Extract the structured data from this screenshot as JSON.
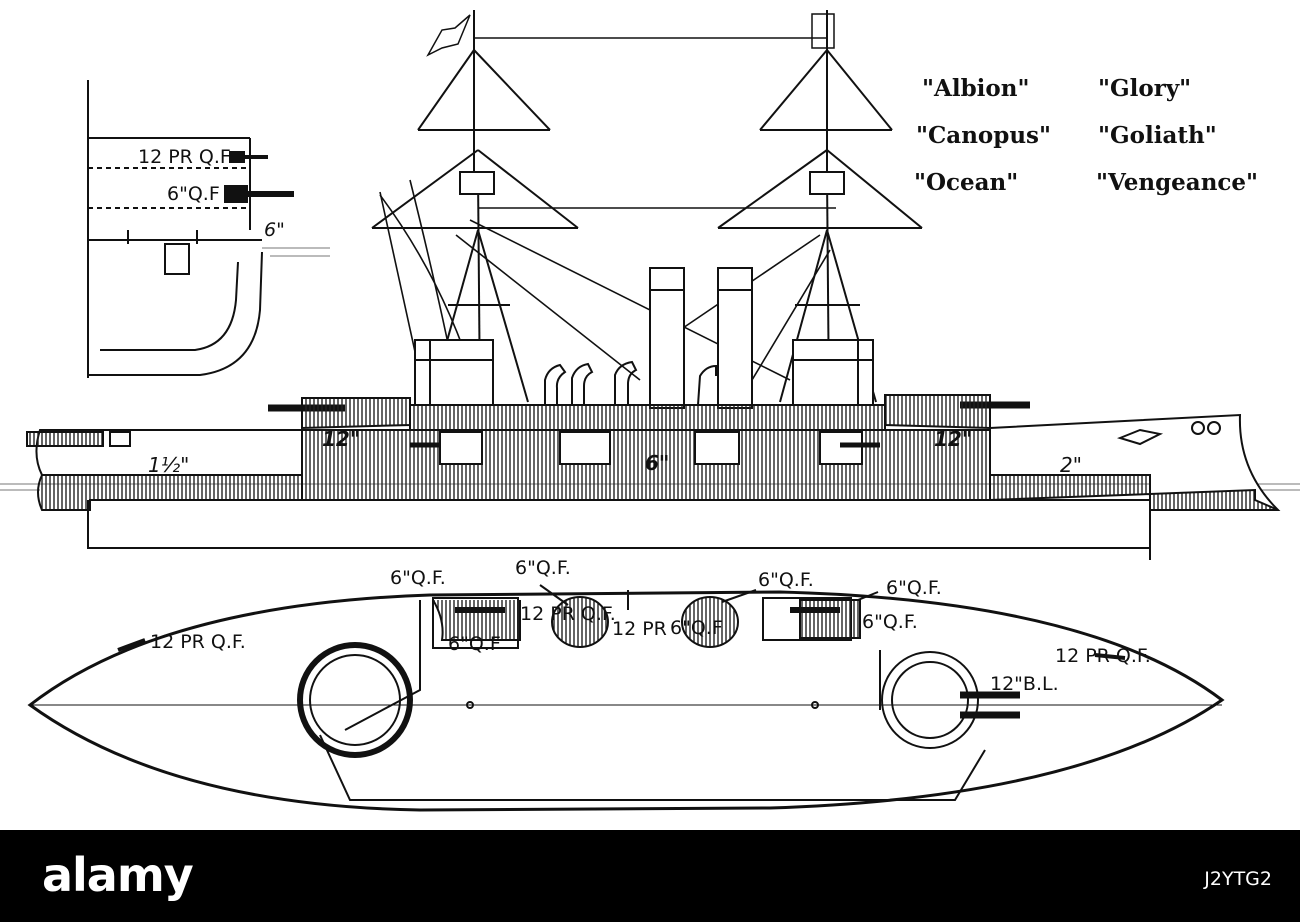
{
  "ship_names": [
    "\"Albion\"",
    "\"Glory\"",
    "\"Canopus\"",
    "\"Goliath\"",
    "\"Ocean\"",
    "\"Vengeance\""
  ],
  "inset_labels": {
    "gun_12pr": "12 PR Q.F.",
    "gun_6in": "6\"Q.F",
    "armor_6in": "6\""
  },
  "profile_labels": {
    "bow_belt": "1½\"",
    "aft_barbette": "12\"",
    "fwd_barbette": "12\"",
    "central_belt": "6\"",
    "stern_belt": "2\""
  },
  "plan_labels": {
    "qf6_1": "6\"Q.F.",
    "qf6_2": "6\"Q.F.",
    "qf6_3": "6\"Q.F.",
    "qf6_4": "6\"Q.F.",
    "qf6_5": "6\"Q.F",
    "qf6_6": "6\"Q.F",
    "qf6_7": "6\"Q.F.",
    "pr12_left": "12 PR Q.F.",
    "pr12_mid": "12 PR Q.F.",
    "pr12_center": "12 PR",
    "pr12_right": "12 PR Q.F.",
    "bl12": "12\"B.L."
  },
  "footer": {
    "brand": "alamy",
    "stock_id": "J2YTG2"
  },
  "colors": {
    "ink": "#111111",
    "paper": "#ffffff",
    "footer_bg": "#000000",
    "footer_text": "#ffffff"
  }
}
